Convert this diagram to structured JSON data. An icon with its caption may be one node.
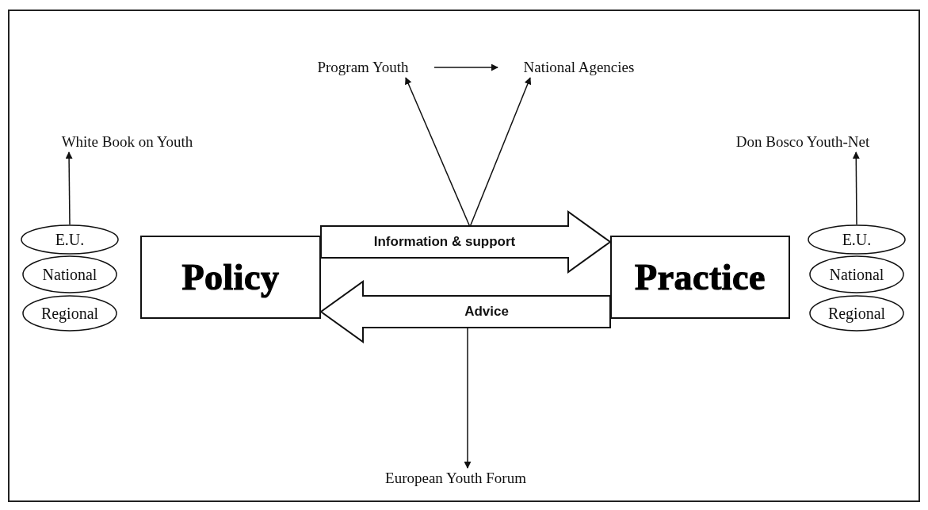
{
  "diagram": {
    "nodes": [
      {
        "text": [
          "Program Youth"
        ]
      },
      {
        "text": [
          "National Agencies"
        ]
      },
      {
        "text": [
          "White Book on Youth"
        ]
      },
      {
        "text": [
          "Don Bosco Youth-Net"
        ]
      },
      {
        "text": [
          "E.U."
        ]
      },
      {
        "text": [
          "National"
        ]
      },
      {
        "text": [
          "Regional"
        ]
      },
      {
        "text": [
          "Policy"
        ]
      },
      {
        "text": [
          "Practice"
        ]
      },
      {
        "text": [
          "E.U."
        ]
      },
      {
        "text": [
          "National"
        ]
      },
      {
        "text": [
          "Regional"
        ]
      },
      {
        "text": [
          "European Youth Forum"
        ]
      }
    ],
    "edges": [
      {
        "from": 0,
        "to": 1,
        "arrow": "to"
      },
      {
        "from": 7,
        "to": 8,
        "arrow": "to",
        "label": "Information & support",
        "style": "thick"
      },
      {
        "from": 8,
        "to": 7,
        "arrow": "to",
        "label": "Advice",
        "style": "thick"
      },
      {
        "from": null,
        "to": 0,
        "arrow": "to"
      },
      {
        "from": null,
        "to": 1,
        "arrow": "to"
      },
      {
        "from": 4,
        "to": 2,
        "arrow": "to"
      },
      {
        "from": 9,
        "to": 3,
        "arrow": "to"
      },
      {
        "from": null,
        "to": 12,
        "arrow": "to"
      }
    ]
  }
}
